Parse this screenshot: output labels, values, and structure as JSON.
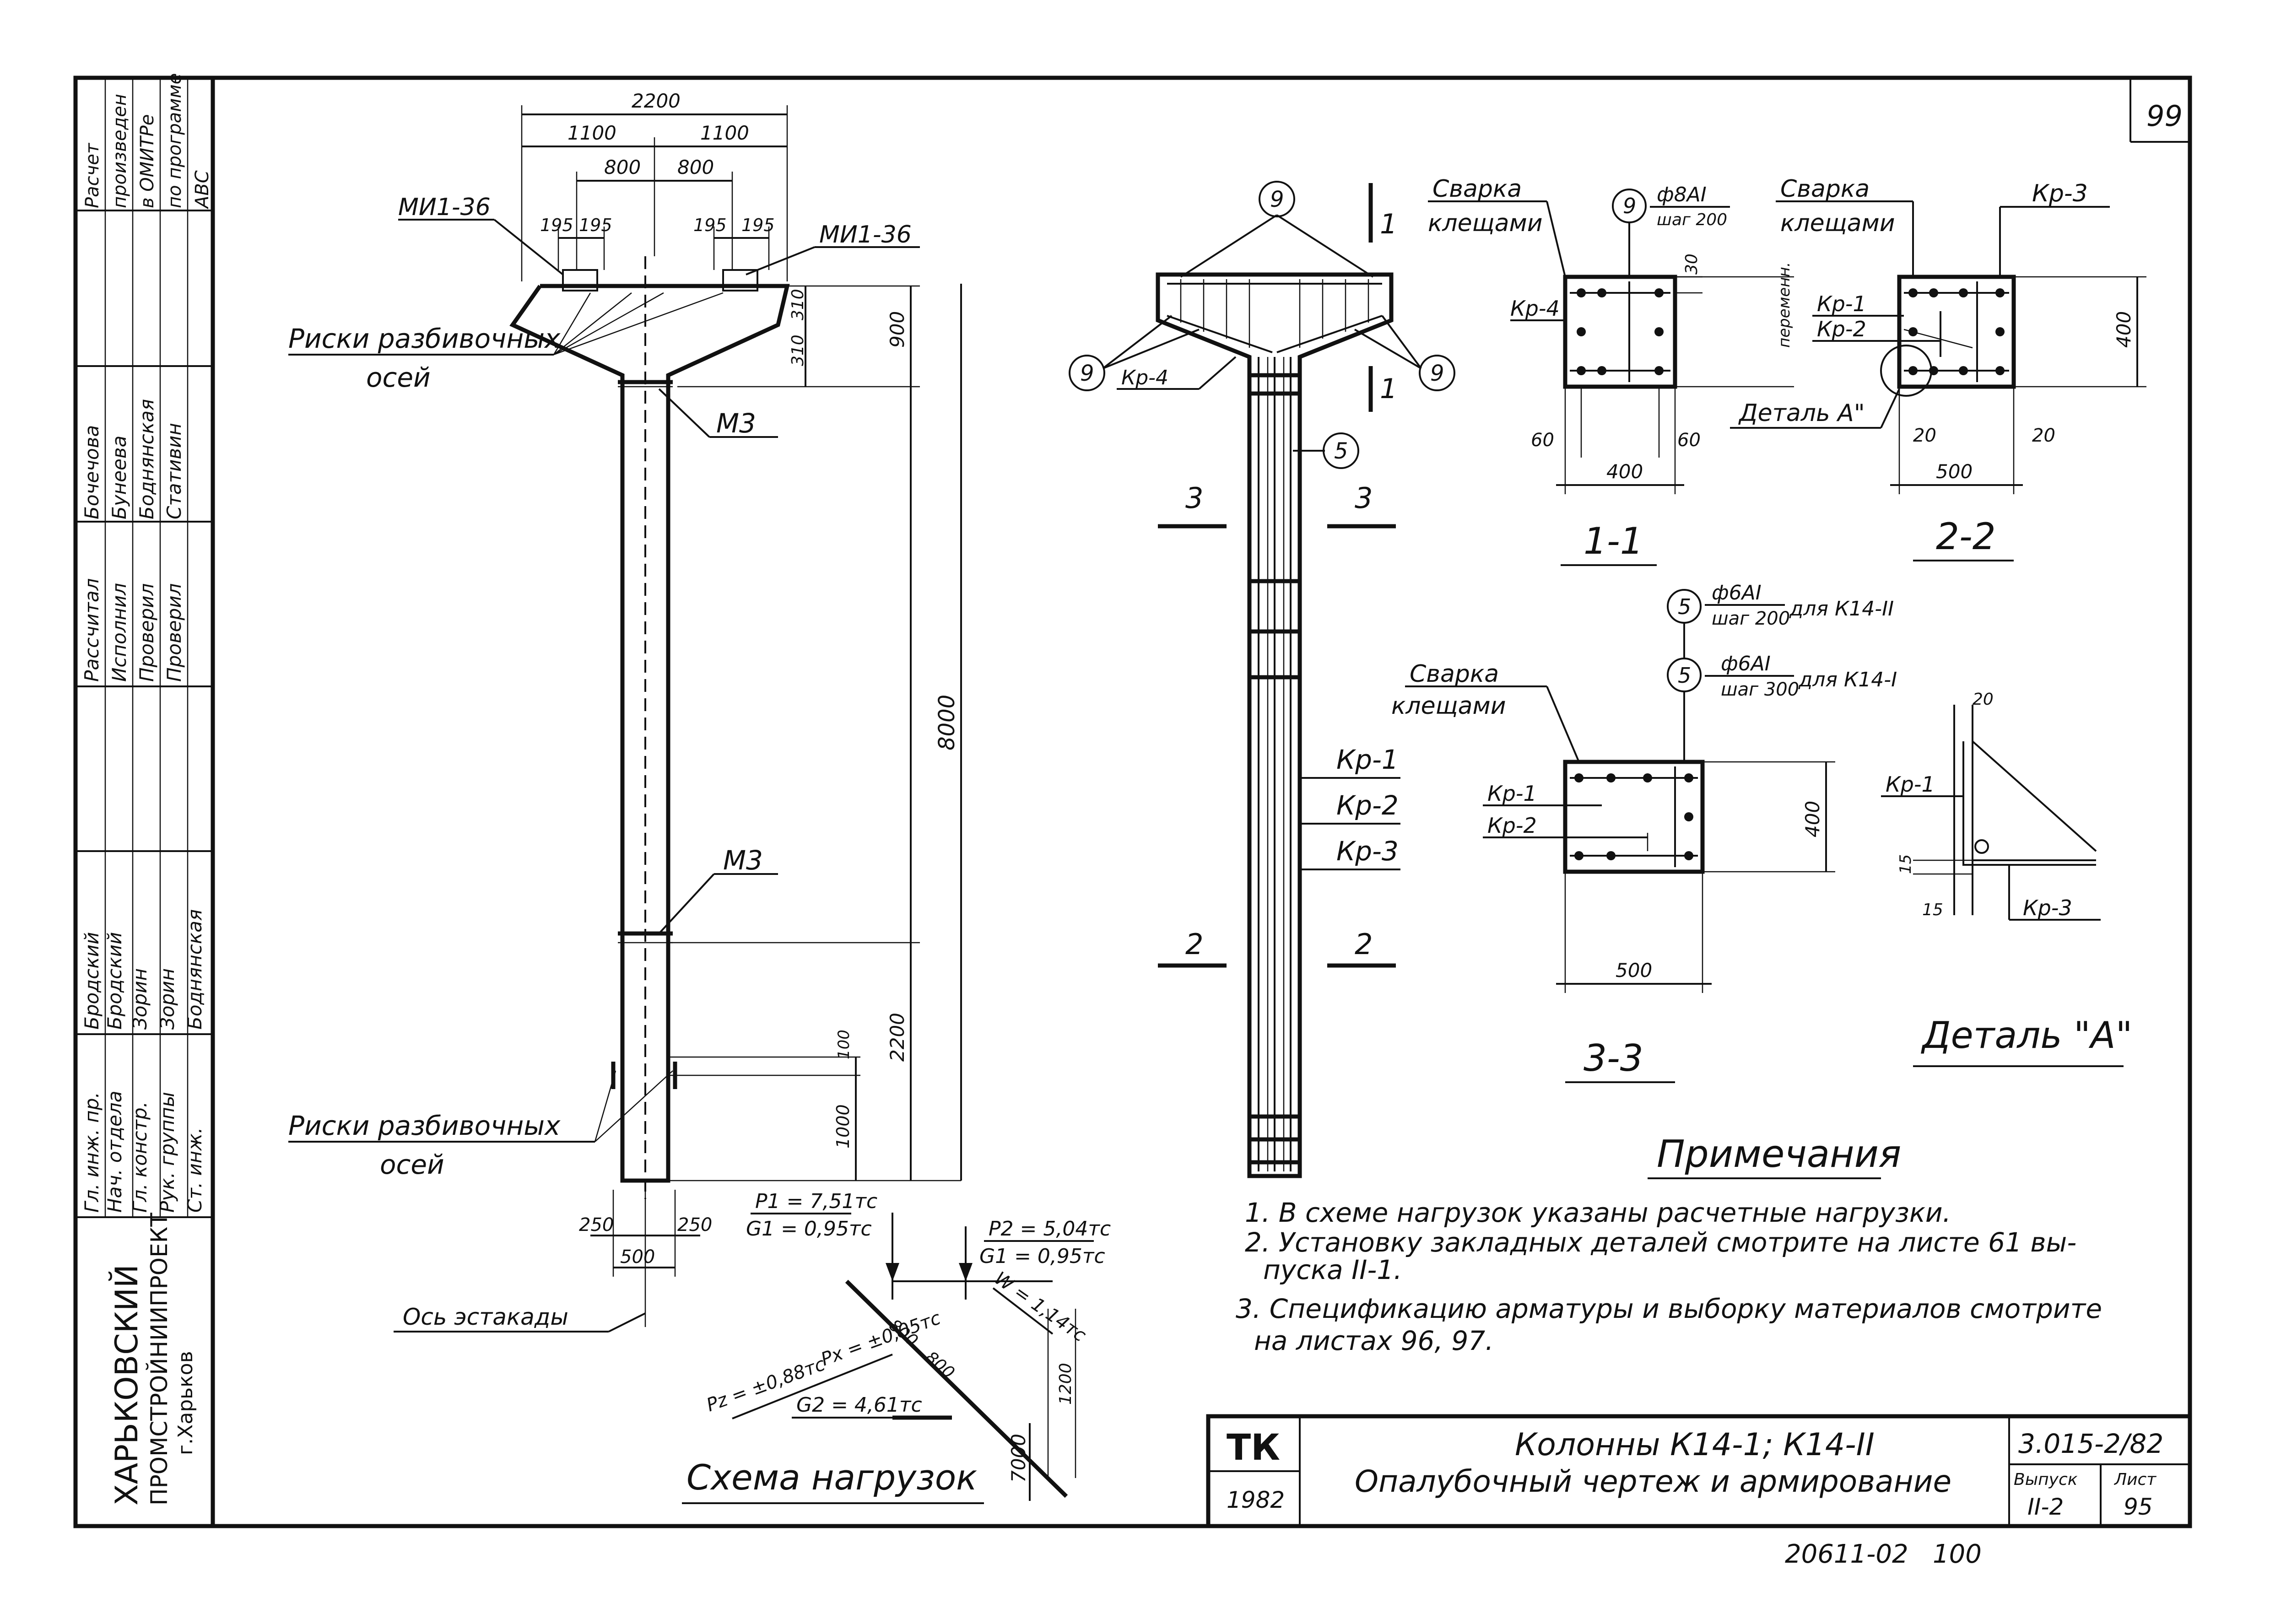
{
  "sheet_number": "99",
  "stamp": {
    "rows": [
      [
        "Гл. инж. пр.",
        "Бродский",
        ""
      ],
      [
        "Нач. отдела",
        "Бродский",
        ""
      ],
      [
        "Гл. констр.",
        "Зорин",
        ""
      ],
      [
        "Рук. группы",
        "Зорин",
        ""
      ],
      [
        "Ст. инж.",
        "Боднянская",
        ""
      ]
    ],
    "side_rows": [
      [
        "Рассчитал",
        "Бочечова",
        ""
      ],
      [
        "Исполнил",
        "Бунеева",
        ""
      ],
      [
        "Проверил",
        "Боднянская",
        ""
      ],
      [
        "Проверил",
        "Стативин",
        ""
      ]
    ],
    "top_note_lines": [
      "Расчет",
      "произведен",
      "в ОМИТРе",
      "по программе",
      "АВС"
    ],
    "org_lines": [
      "ХАРЬКОВСКИЙ",
      "ПРОМСТРОЙНИИПРОЕКТ",
      "г.Харьков"
    ]
  },
  "elevation": {
    "dim_total_width": "2200",
    "dim_half_left": "1100",
    "dim_half_right": "1100",
    "dim_800_left": "800",
    "dim_800_right": "800",
    "dim_195_a": "195",
    "dim_195_b": "195",
    "dim_195_c": "195",
    "dim_195_d": "195",
    "dim_900": "900",
    "dim_310_a": "310",
    "dim_310_b": "310",
    "dim_8000": "8000",
    "dim_2200": "2200",
    "dim_100": "100",
    "dim_1000": "1000",
    "dim_250_left": "250",
    "dim_250_right": "250",
    "dim_500": "500",
    "label_mi_left": "МИ1-36",
    "label_mi_right": "МИ1-36",
    "label_axes_top_1": "Риски разбивочных",
    "label_axes_top_2": "осей",
    "label_m3_top": "М3",
    "label_m3_bottom": "М3",
    "label_axes_bot_1": "Риски разбивочных",
    "label_axes_bot_2": "осей",
    "label_trestle_axis": "Ось эстакады"
  },
  "reinforcement": {
    "pos_9": "9",
    "pos_5": "5",
    "label_kp4": "Кр-4",
    "label_kp1": "Кр-1",
    "label_kp2": "Кр-2",
    "label_kp3": "Кр-3",
    "cut_1": "1",
    "cut_2": "2",
    "cut_3": "3"
  },
  "section_1_1": {
    "weld_1": "Сварка",
    "weld_2": "клещами",
    "rebar_1": "ф8АI",
    "rebar_2": "шаг 200",
    "kp": "Кр-4",
    "dim_30": "30",
    "dim_60_l": "60",
    "dim_60_r": "60",
    "dim_400": "400",
    "side_note": "переменн.",
    "title": "1-1"
  },
  "section_2_2": {
    "weld_1": "Сварка",
    "weld_2": "клещами",
    "kp3": "Кр-3",
    "kp1": "Кр-1",
    "kp2": "Кр-2",
    "detail": "Деталь А\"",
    "dim_400": "400",
    "dim_20_l": "20",
    "dim_20_r": "20",
    "dim_500": "500",
    "title": "2-2"
  },
  "section_3_3": {
    "rebar_a_1": "ф6АI",
    "rebar_a_2": "шаг 200",
    "rebar_a_note": "для К14-II",
    "rebar_b_1": "ф6АI",
    "rebar_b_2": "шаг 300",
    "rebar_b_note": "для К14-I",
    "weld_1": "Сварка",
    "weld_2": "клещами",
    "kp1": "Кр-1",
    "kp2": "Кр-2",
    "dim_400": "400",
    "dim_500": "500",
    "title": "3-3"
  },
  "detail_a": {
    "kp1": "Кр-1",
    "kp3": "Кр-3",
    "dim_20": "20",
    "dim_15_a": "15",
    "dim_15_b": "15",
    "title": "Деталь \"А\""
  },
  "loads": {
    "p1": "P1 = 7,51тс",
    "g1_left": "G1 = 0,95тс",
    "p2": "P2 = 5,04тс",
    "g1_right": "G1 = 0,95тс",
    "w": "W = 1,14тс",
    "pz": "Pz = ±0,88тс",
    "px": "Px = ±0,05тс",
    "g2": "G2 = 4,61тс",
    "dim_800_a": "800",
    "dim_800_b": "800",
    "dim_1200": "1200",
    "dim_7000": "7000",
    "title": "Схема нагрузок"
  },
  "notes": {
    "heading": "Примечания",
    "n1": "1. В схеме нагрузок указаны расчетные нагрузки.",
    "n2a": "2. Установку закладных деталей смотрите на листе 61 вы-",
    "n2b": "пуска II-1.",
    "n3a": "3. Спецификацию арматуры и выборку материалов смотрите",
    "n3b": "на листах 96, 97."
  },
  "title_block": {
    "tk": "ТК",
    "year": "1982",
    "title_1": "Колонны К14-1; К14-II",
    "title_2": "Опалубочный чертеж и армирование",
    "code": "3.015-2/82",
    "issue_label": "Выпуск",
    "issue": "II-2",
    "sheet_label": "Лист",
    "sheet": "95"
  },
  "footer_number": "20611-02   100"
}
